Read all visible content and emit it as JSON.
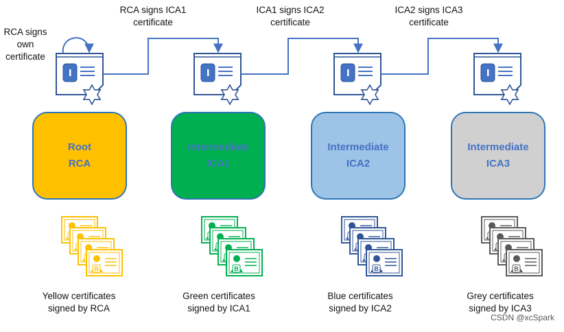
{
  "top_labels": [
    {
      "line1": "RCA signs",
      "line2": "own",
      "line3": "certificate"
    },
    {
      "line1": "RCA signs ICA1",
      "line2": "certificate"
    },
    {
      "line1": "ICA1 signs ICA2",
      "line2": "certificate"
    },
    {
      "line1": "ICA2 signs ICA3",
      "line2": "certificate"
    }
  ],
  "authorities": [
    {
      "line1": "Root",
      "line2": "RCA",
      "fill": "#FFC000",
      "border": "#2E75B6",
      "text_color": "#4472C4"
    },
    {
      "line1": "Intermediate",
      "line2": "ICA1",
      "fill": "#00B050",
      "border": "#2E75B6",
      "text_color": "#4472C4"
    },
    {
      "line1": "Intermediate",
      "line2": "ICA2",
      "fill": "#9DC3E6",
      "border": "#2E75B6",
      "text_color": "#4472C4"
    },
    {
      "line1": "Intermediate",
      "line2": "ICA3",
      "fill": "#D0D0D0",
      "border": "#2E75B6",
      "text_color": "#4472C4"
    }
  ],
  "cert_groups": [
    {
      "color": "#FFC000",
      "caption1": "Yellow certificates",
      "caption2": "signed by RCA"
    },
    {
      "color": "#00B050",
      "caption1": "Green certificates",
      "caption2": "signed by ICA1"
    },
    {
      "color": "#2F5597",
      "caption1": "Blue certificates",
      "caption2": "signed by ICA2"
    },
    {
      "color": "#595959",
      "caption1": "Grey certificates",
      "caption2": "signed by ICA3"
    }
  ],
  "badge_letter": "B",
  "watermark": "CSDN @xcSpark",
  "colors": {
    "connector": "#4472C4",
    "cert_icon": "#2F5597",
    "cert_icon_fill": "#4472C4"
  }
}
